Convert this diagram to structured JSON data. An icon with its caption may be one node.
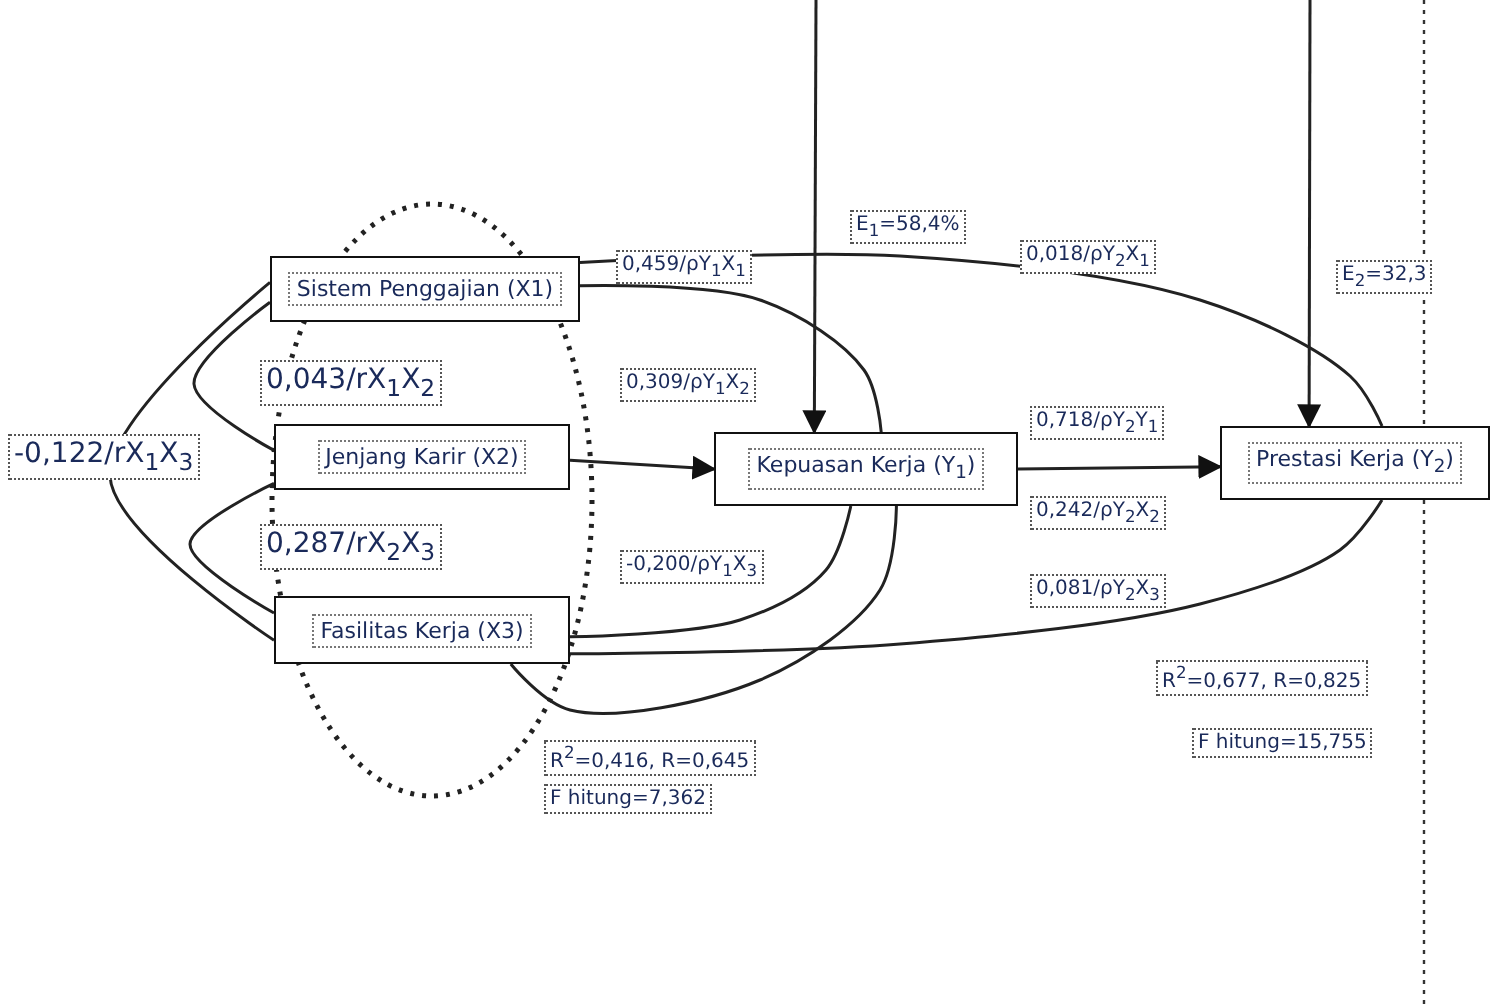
{
  "diagram": {
    "nodes": [
      {
        "text": [
          "Sistem Penggajian (X1)"
        ]
      },
      {
        "text": [
          "Jenjang Karir (X2)"
        ]
      },
      {
        "text": [
          "Fasilitas Kerja (X3)"
        ]
      },
      {
        "text": [
          "Kepuasan Kerja (Y$_{1}$)"
        ]
      },
      {
        "text": [
          "Prestasi Kerja (Y$_{2}$)"
        ]
      }
    ],
    "edges": [
      {
        "from": 0,
        "to": 3,
        "arrow": "none",
        "label": "0,459/ρY$_{1}$X$_{1}$"
      },
      {
        "from": 0,
        "to": 4,
        "arrow": "none",
        "label": "0,018/ρY$_{2}$X$_{1}$"
      },
      {
        "from": 1,
        "to": 3,
        "arrow": "to",
        "label": "0,309/ρY$_{1}$X$_{2}$"
      },
      {
        "from": 2,
        "to": 3,
        "arrow": "none",
        "label": "-0,200/ρY$_{1}$X$_{3}$"
      },
      {
        "from": 2,
        "to": 4,
        "arrow": "none",
        "label": "0,081/ρY$_{2}$X$_{3}$"
      },
      {
        "from": 2,
        "to": 3,
        "arrow": "none"
      },
      {
        "from": 3,
        "to": 4,
        "arrow": "to",
        "label": "0,718/ρY$_{2}$Y$_{1}$"
      },
      {
        "from": null,
        "to": 3,
        "arrow": "to",
        "label": "E$_{1}$=58,4%"
      },
      {
        "from": null,
        "to": 4,
        "arrow": "to",
        "label": "E$_{2}$=32,3"
      },
      {
        "from": 0,
        "to": 1,
        "arrow": "none",
        "label": "0,043/rX$_{1}$X$_{2}$"
      },
      {
        "from": 1,
        "to": 2,
        "arrow": "none",
        "label": "0,287/rX$_{2}$X$_{3}$"
      },
      {
        "from": 0,
        "to": 2,
        "arrow": "none",
        "label": "-0,122/rX$_{1}$X$_{3}$"
      }
    ],
    "labels": [
      "0,242/ρY$_{2}$X$_{2}$",
      "R$^{2}$=0,416,  R=0,645",
      "F hitung=7,362",
      "R$^{2}$=0,677,  R=0,825",
      "F hitung=15,755"
    ]
  }
}
